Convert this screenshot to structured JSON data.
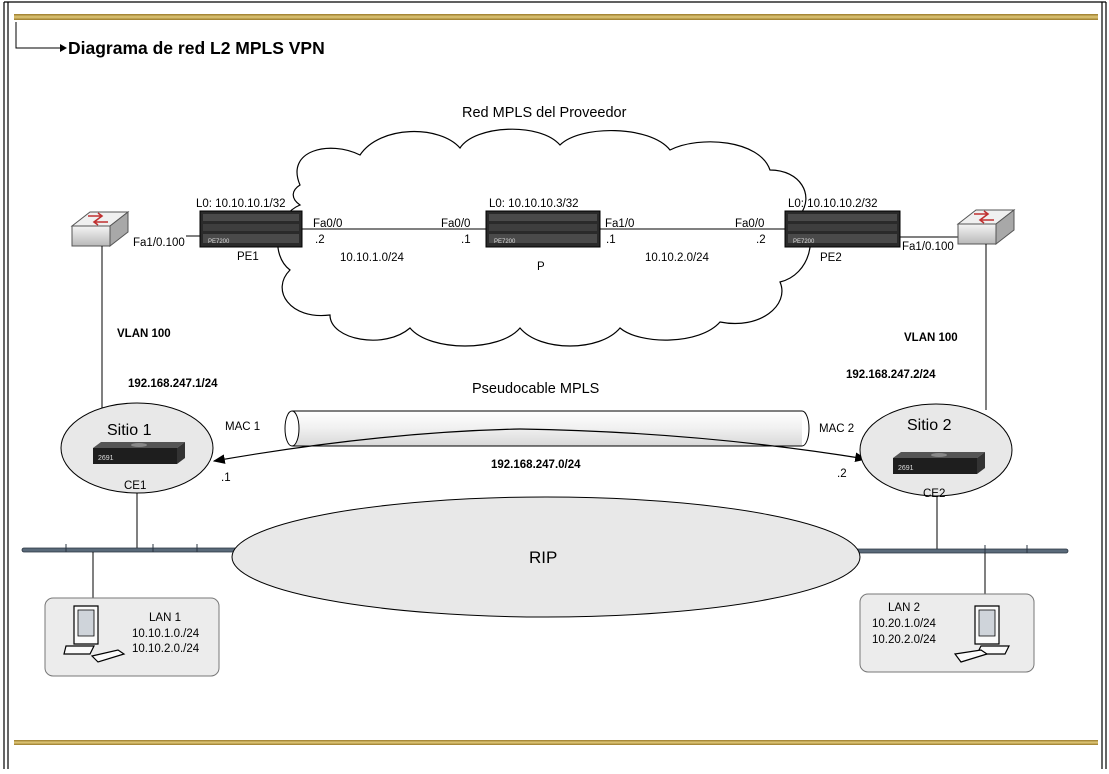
{
  "title": "Diagrama de red L2 MPLS VPN",
  "cloud": {
    "label": "Red MPLS del Proveedor"
  },
  "routers": {
    "pe1": {
      "name": "PE1",
      "loopback": "L0: 10.10.10.1/32",
      "model": "PE7200"
    },
    "p": {
      "name": "P",
      "loopback": "L0: 10.10.10.3/32",
      "model": "PE7200"
    },
    "pe2": {
      "name": "PE2",
      "loopback": "L0: 10.10.10.2/32",
      "model": "PE7200"
    }
  },
  "interfaces": {
    "pe1_fa00": "Fa0/0",
    "pe1_ip": ".2",
    "p_fa00": "Fa0/0",
    "p_fa00_ip": ".1",
    "p_fa10": "Fa1/0",
    "p_fa10_ip": ".1",
    "pe2_fa00": "Fa0/0",
    "pe2_ip": ".2",
    "left_sub": "Fa1/0.100",
    "right_sub": "Fa1/0.100"
  },
  "links": {
    "net1": "10.10.1.0/24",
    "net2": "10.10.2.0/24"
  },
  "vlan": {
    "left": "VLAN 100",
    "right": "VLAN 100"
  },
  "ce_ips": {
    "left": "192.168.247.1/24",
    "right": "192.168.247.2/24"
  },
  "pseudowire": {
    "label": "Pseudocable MPLS",
    "network": "192.168.247.0/24",
    "mac_left": "MAC 1",
    "mac_right": "MAC 2"
  },
  "sites": {
    "left": {
      "name": "Sitio 1",
      "ce": "CE1",
      "model": "2691",
      "ip_suffix": ".1"
    },
    "right": {
      "name": "Sitio 2",
      "ce": "CE2",
      "model": "2691",
      "ip_suffix": ".2"
    }
  },
  "rip": "RIP",
  "lans": {
    "left": {
      "name": "LAN 1",
      "net1": "10.10.1.0./24",
      "net2": "10.10.2.0./24"
    },
    "right": {
      "name": "LAN 2",
      "net1": "10.20.1.0/24",
      "net2": "10.20.2.0/24"
    }
  },
  "colors": {
    "rule_gold": "#c8a84a",
    "ellipse_fill": "#e8e8e8",
    "router_body": "#2a2a2a"
  }
}
